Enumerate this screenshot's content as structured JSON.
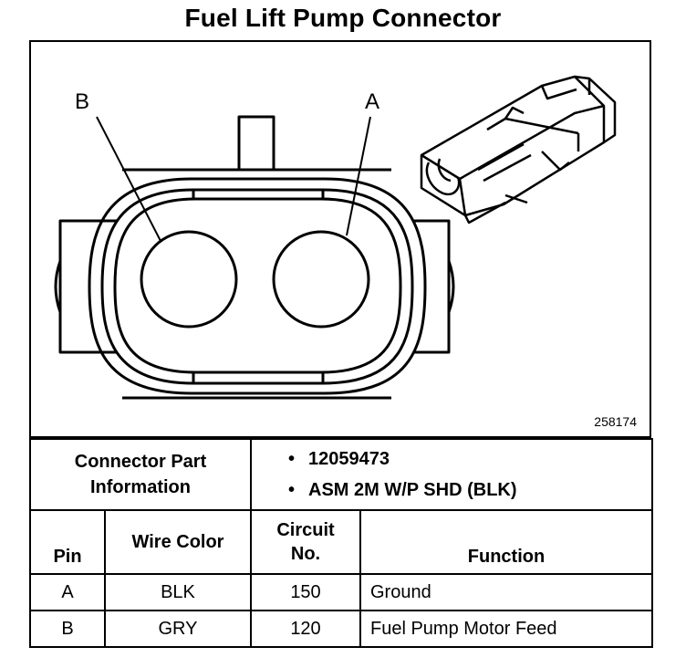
{
  "title": "Fuel Lift Pump Connector",
  "diagram": {
    "pin_label_b": "B",
    "pin_label_a": "A",
    "figure_id": "258174"
  },
  "connector_part": {
    "label_line1": "Connector Part",
    "label_line2": "Information",
    "items": [
      "12059473",
      "ASM 2M W/P SHD (BLK)"
    ]
  },
  "table": {
    "headers": {
      "pin": "Pin",
      "wire_color": "Wire Color",
      "circuit_line1": "Circuit",
      "circuit_line2": "No.",
      "function": "Function"
    },
    "rows": [
      {
        "pin": "A",
        "wire_color": "BLK",
        "circuit": "150",
        "function": "Ground"
      },
      {
        "pin": "B",
        "wire_color": "GRY",
        "circuit": "120",
        "function": "Fuel Pump Motor Feed"
      }
    ]
  }
}
